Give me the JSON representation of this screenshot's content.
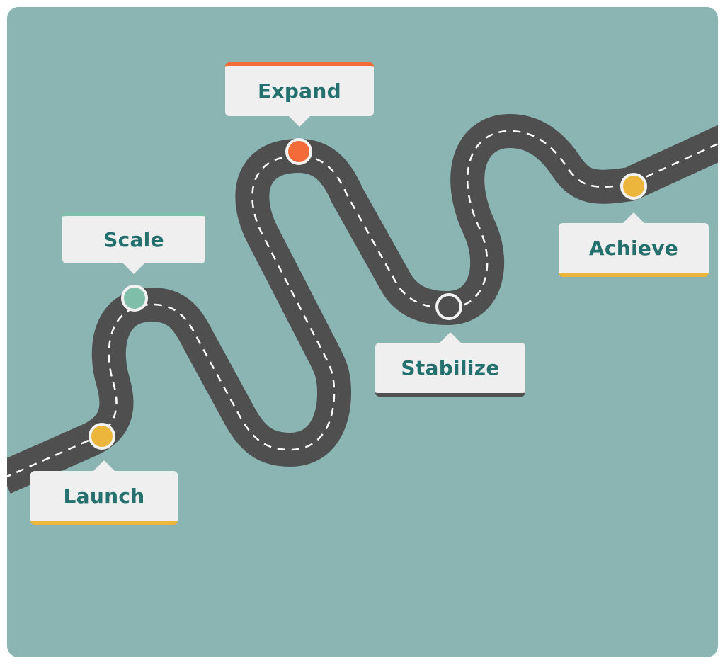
{
  "milestones": [
    {
      "label": "Launch",
      "icon": "circle-marker-icon",
      "color": "#ecb53c"
    },
    {
      "label": "Scale",
      "icon": "circle-marker-icon",
      "color": "#7fbfa9"
    },
    {
      "label": "Expand",
      "icon": "circle-marker-icon",
      "color": "#f26b38"
    },
    {
      "label": "Stabilize",
      "icon": "circle-marker-icon",
      "color": "#4f4f4f"
    },
    {
      "label": "Achieve",
      "icon": "circle-marker-icon",
      "color": "#ecb53c"
    }
  ],
  "colors": {
    "background": "#8bb5b3",
    "road": "#4f4f4f",
    "road_dash": "#ffffff",
    "label_box": "#efefef",
    "label_text": "#23706e"
  }
}
